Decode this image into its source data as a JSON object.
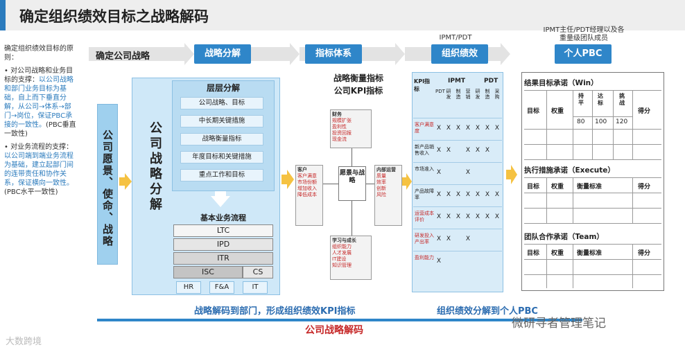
{
  "title": "确定组织绩效目标之战略解码",
  "left": {
    "intro": "确定组织绩效目标的原则：",
    "b1_pre": "对公司战略和业务目标的支撑：",
    "b1_blue": "以公司战略和部门业务目标为基础，自上而下垂直分解，从公司→体系→部门→岗位，保证PBC承接的一致性。",
    "b1_post": "(PBC垂直一致性)",
    "b2_pre": "对业务流程的支撑：",
    "b2_blue": "以公司端到端业务流程为基础，建立起部门间的连带责任和协作关系，保证横向一致性。",
    "b2_post": "(PBC水平一致性)"
  },
  "steps": {
    "s0": "确定公司战略",
    "s1": "战略分解",
    "s2": "指标体系",
    "s3": "组织绩效",
    "s4": "个人PBC",
    "s3_head": "IPMT/PDT",
    "s4_head": "IPMT主任/PDT经理以及各重量级团队成员"
  },
  "vision": "公司愿景、使命、战略",
  "strategy": "公司战略分解",
  "layers": {
    "title": "层层分解",
    "items": [
      "公司战略、目标",
      "中长期关键措施",
      "战略衡量指标",
      "年度目标和关键措施",
      "重点工作和目标"
    ]
  },
  "process": {
    "title": "基本业务流程",
    "rows": [
      "LTC",
      "IPD",
      "ITR"
    ],
    "isc": "ISC",
    "cs": "CS",
    "support": [
      "HR",
      "F&A",
      "IT"
    ]
  },
  "kpi": {
    "title1": "战略衡量指标",
    "title2": "公司KPI指标",
    "finance": {
      "h": "财务",
      "lines": [
        "规模扩张",
        "盈利性",
        "投资回报",
        "现金流"
      ]
    },
    "customer": {
      "h": "客户",
      "lines": [
        "客户满意",
        "市场份额",
        "增加收入",
        "降低成本"
      ]
    },
    "internal": {
      "h": "内部运营",
      "lines": [
        "质量",
        "效率",
        "创新",
        "风险"
      ]
    },
    "learning": {
      "h": "学习与成长",
      "lines": [
        "组织能力",
        "人才发展",
        "IT建设",
        "知识管理"
      ]
    },
    "core": "愿景与战略"
  },
  "org": {
    "col_kpi": "KPI指标",
    "ipmt": "IPMT",
    "pdt": "PDT",
    "subcols": [
      "PDT",
      "研发",
      "制造",
      "营销",
      "研发",
      "制造",
      "采购"
    ],
    "rows": [
      {
        "name": "客户满意度",
        "marks": [
          "X",
          "X",
          "X",
          "X",
          "X",
          "X",
          "X"
        ]
      },
      {
        "name": "新产品销售收入",
        "marks": [
          "X",
          "X",
          "",
          "X",
          "X",
          "X",
          ""
        ]
      },
      {
        "name": "市场准入",
        "marks": [
          "X",
          "",
          "",
          "X",
          "",
          "",
          ""
        ]
      },
      {
        "name": "产品故障率",
        "marks": [
          "X",
          "X",
          "X",
          "X",
          "X",
          "X",
          "X"
        ]
      },
      {
        "name": "运营成本评价",
        "marks": [
          "X",
          "X",
          "X",
          "X",
          "X",
          "X",
          "X"
        ]
      },
      {
        "name": "研发投入产出率",
        "marks": [
          "X",
          "X",
          "",
          "X",
          "",
          "",
          ""
        ]
      },
      {
        "name": "盈利能力",
        "marks": [
          "X",
          "",
          "",
          "",
          "",
          "",
          ""
        ]
      }
    ]
  },
  "pbc": {
    "win": "结果目标承诺（Win）",
    "execute": "执行措施承诺（Execute）",
    "team": "团队合作承诺（Team）",
    "h_target": "目标",
    "h_weight": "权重",
    "h_std": "衡量标准",
    "h_score": "得分",
    "h_threshold": "持平",
    "h_achieve": "达标",
    "h_challenge": "挑战",
    "v1": "80",
    "v2": "100",
    "v3": "120"
  },
  "bottom": {
    "left": "战略解码到部门，形成组织绩效KPI指标",
    "right": "组织绩效分解到个人PBC",
    "center": "公司战略解码"
  },
  "watermark": {
    "left": "大数跨境",
    "right": "微研寻者管理笔记"
  }
}
